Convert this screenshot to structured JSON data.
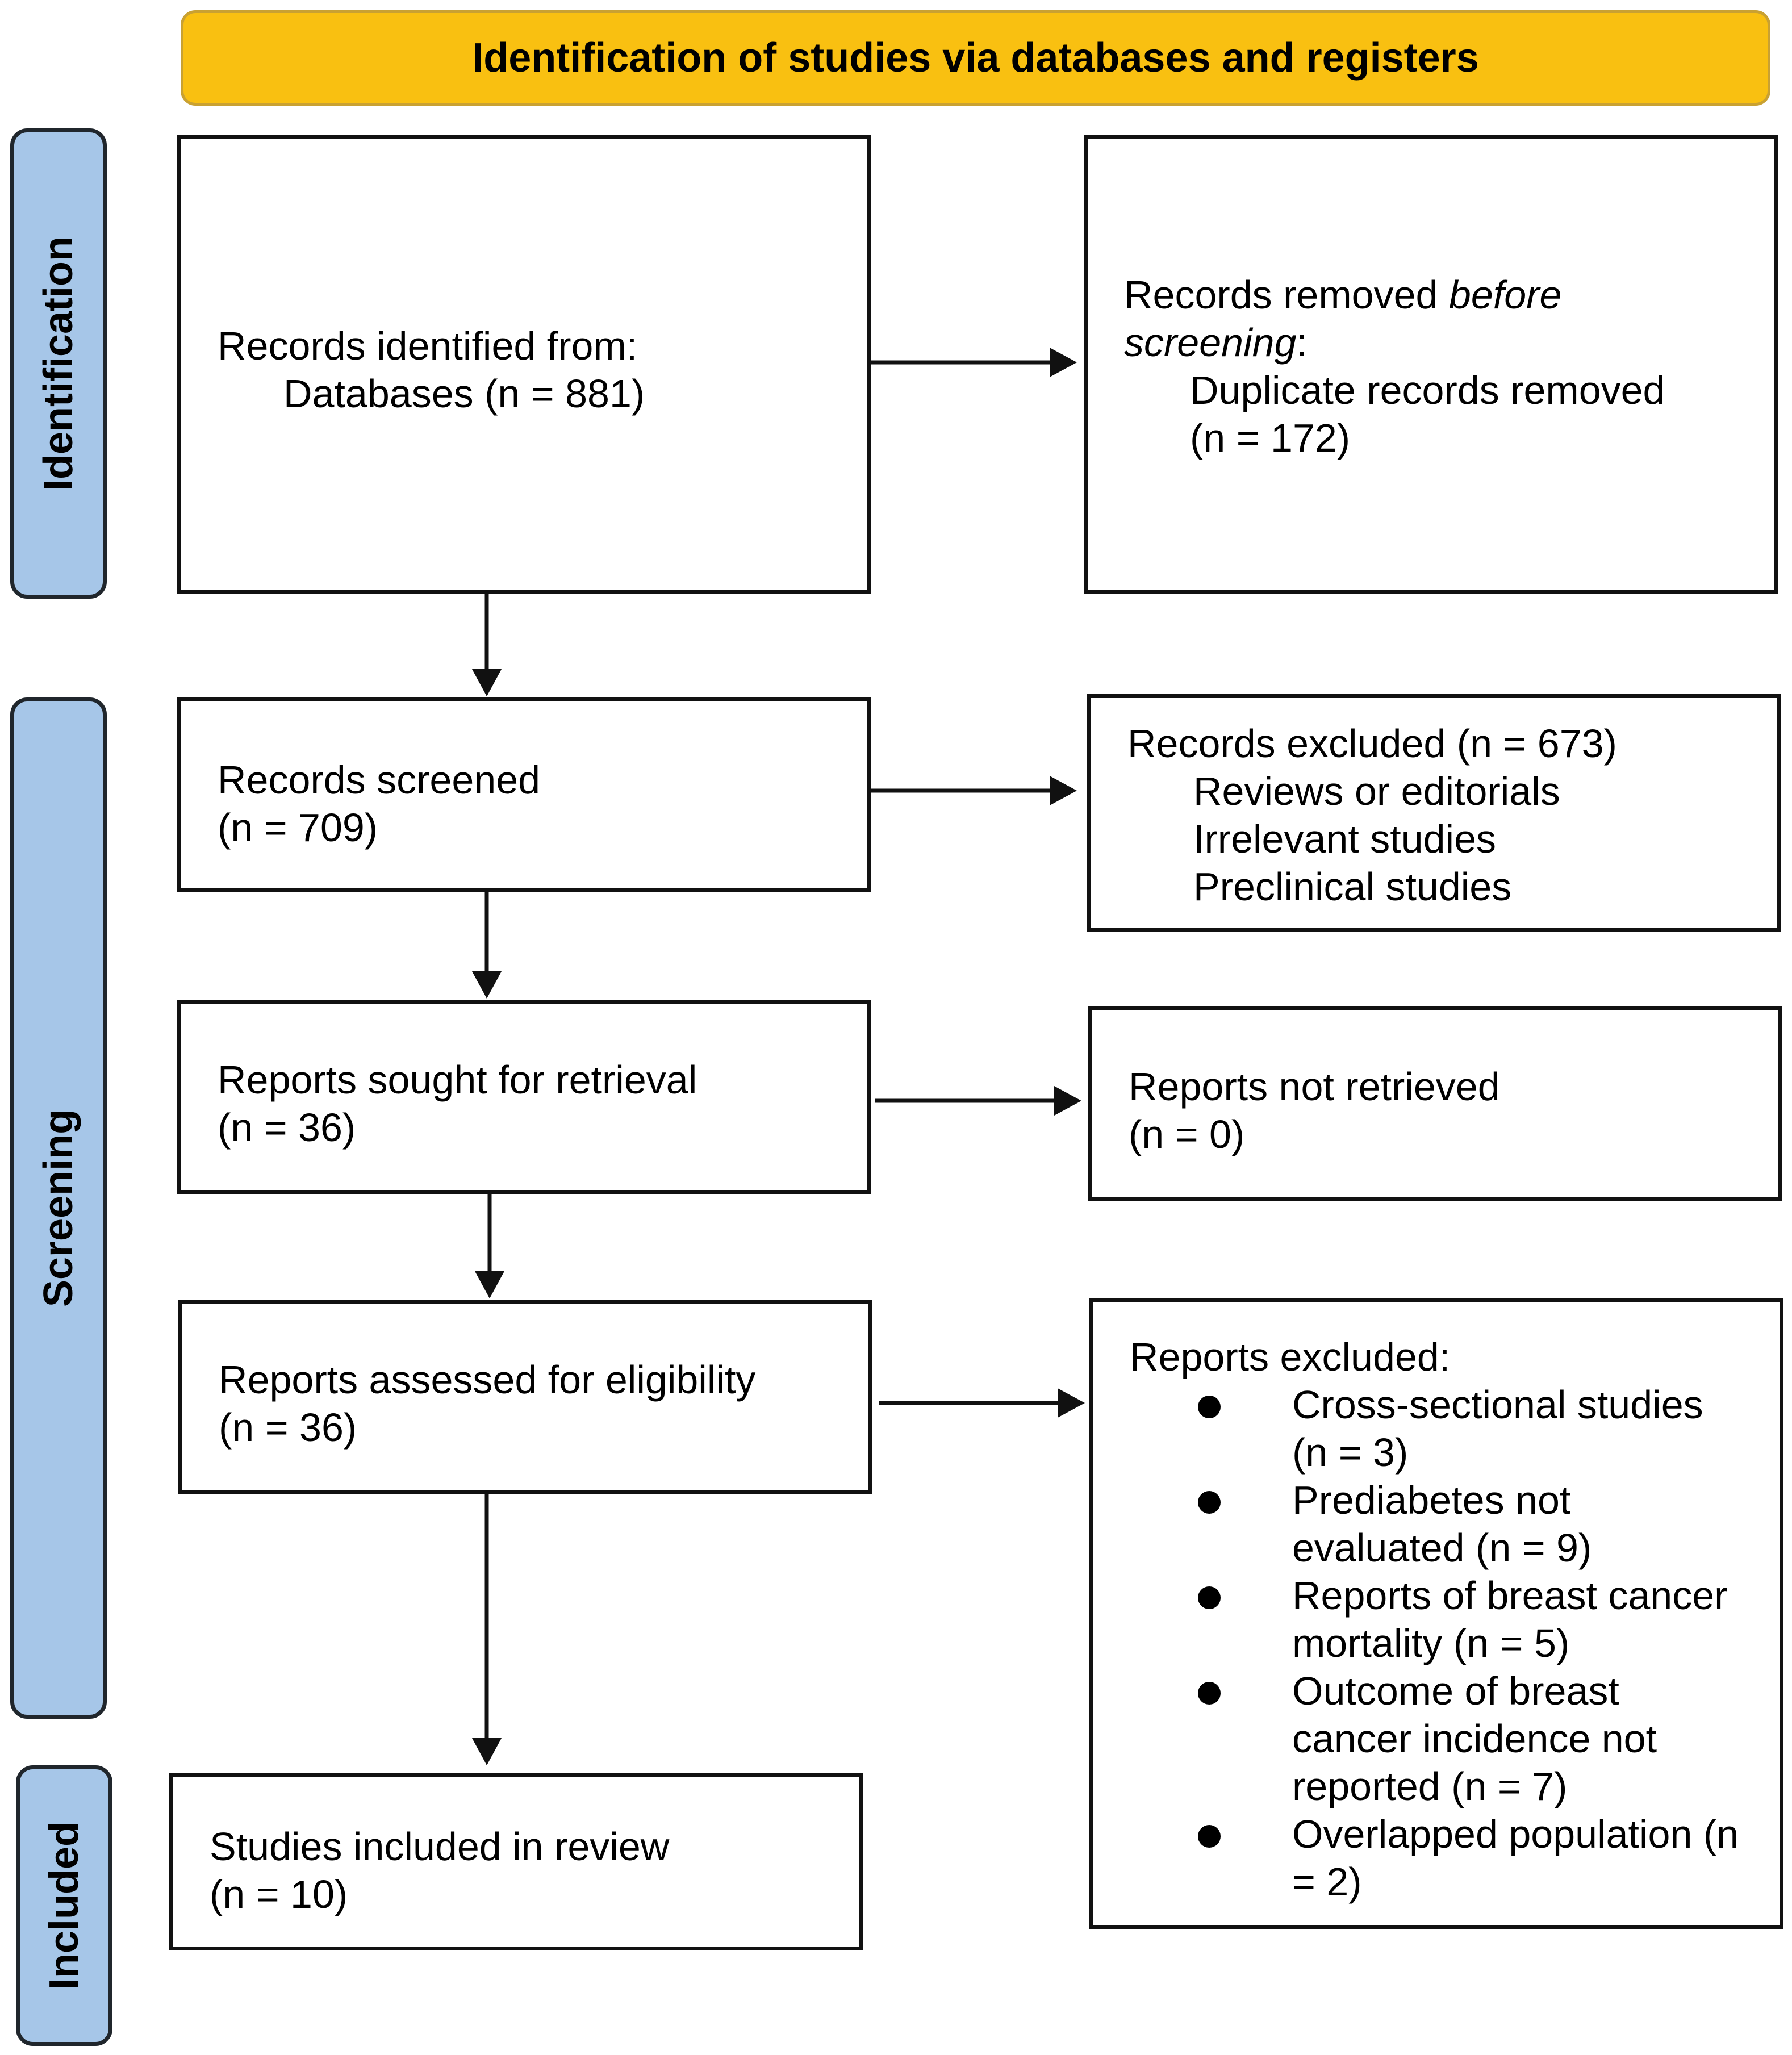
{
  "banner": {
    "title": "Identification of studies via databases and registers"
  },
  "phases": {
    "identification": "Identification",
    "screening": "Screening",
    "included": "Included"
  },
  "boxes": {
    "identified": {
      "line1": "Records identified from:",
      "line2": "Databases (n = 881)"
    },
    "removed": {
      "part1": "Records removed ",
      "part2": "before",
      "part3": "screening",
      "part4": ":",
      "line3": "Duplicate records removed",
      "line4": "(n = 172)"
    },
    "screened": {
      "line1": "Records screened",
      "line2": "(n = 709)"
    },
    "excluded": {
      "line1": "Records excluded (n = 673)",
      "items": [
        "Reviews or editorials",
        "Irrelevant studies",
        "Preclinical studies"
      ]
    },
    "sought": {
      "line1": "Reports sought for retrieval",
      "line2": "(n = 36)"
    },
    "not_retrieved": {
      "line1": "Reports not retrieved",
      "line2": "(n = 0)"
    },
    "assessed": {
      "line1": "Reports assessed for eligibility",
      "line2": "(n = 36)"
    },
    "reports_excluded": {
      "title": "Reports excluded:",
      "items": [
        "Cross-sectional studies (n = 3)",
        "Prediabetes not evaluated (n = 9)",
        "Reports of breast cancer mortality (n = 5)",
        "Outcome of breast cancer incidence not reported (n = 7)",
        "Overlapped population (n = 2)"
      ]
    },
    "included": {
      "line1": "Studies included in review",
      "line2": "(n = 10)"
    }
  },
  "colors": {
    "banner": "#f9c011",
    "phase": "#a6c6e8",
    "border": "#111111"
  }
}
